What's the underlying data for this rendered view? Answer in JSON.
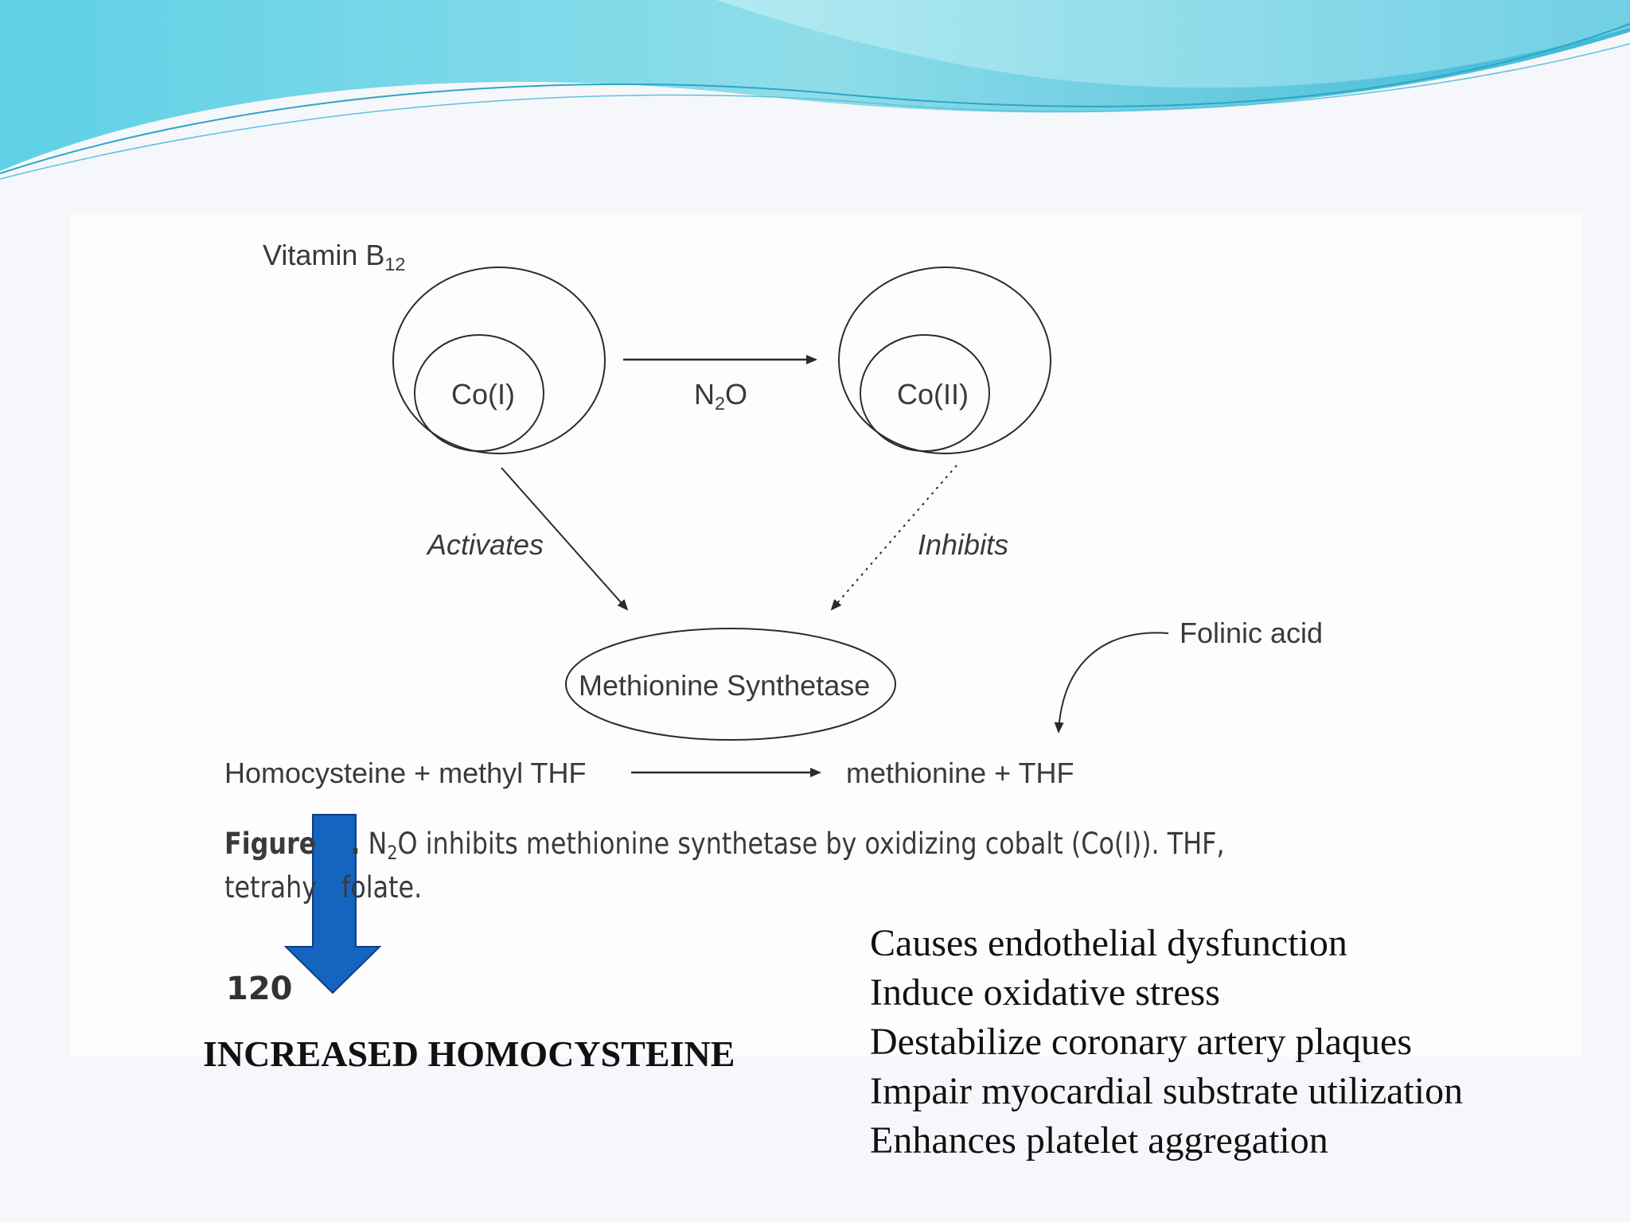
{
  "diagram": {
    "vitamin_label": "Vitamin B",
    "vitamin_sub": "12",
    "co1_label": "Co(I)",
    "co2_label": "Co(II)",
    "n2o_main": "N",
    "n2o_sub": "2",
    "n2o_tail": "O",
    "activates_label": "Activates",
    "inhibits_label": "Inhibits",
    "enzyme_label": "Methionine Synthetase",
    "folinic_label": "Folinic acid",
    "reactants_label": "Homocysteine + methyl THF",
    "products_label": "methionine + THF"
  },
  "caption": {
    "line1_bold": "Figure",
    "line1_num_fragment": ".",
    "line1_n": "N",
    "line1_sub": "2",
    "line1_rest": "O inhibits methionine synthetase by oxidizing cobalt (Co(I)). THF,",
    "line2_a": "tetrahy",
    "line2_b": "folate.",
    "page_number": "120"
  },
  "callout": {
    "increased_label": "INCREASED HOMOCYSTEINE",
    "arrow_color": "#1565c0"
  },
  "effects": [
    "Causes endothelial dysfunction",
    "Induce oxidative stress",
    "Destabilize coronary artery plaques",
    "Impair myocardial substrate utilization",
    "Enhances platelet aggregation"
  ],
  "theme": {
    "wave_light": "#7fd7e6",
    "wave_dark": "#5cc2da"
  }
}
